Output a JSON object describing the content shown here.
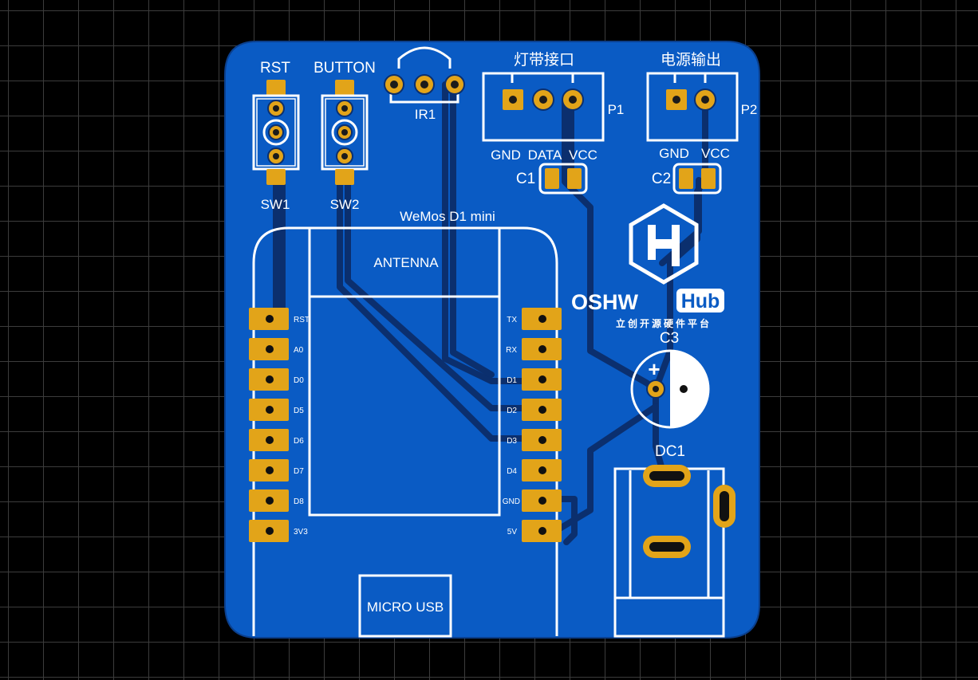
{
  "colors": {
    "board": "#0a5bc4",
    "silkscreen": "#ffffff",
    "copper_pad": "#e2a419",
    "trace": "#0b2f6e",
    "background": "#000000"
  },
  "labels": {
    "rst": "RST",
    "button": "BUTTON",
    "sw1": "SW1",
    "sw2": "SW2",
    "ir1": "IR1",
    "led_port": "灯带接口",
    "power_out": "电源输出",
    "p1": "P1",
    "p2": "P2",
    "p1_gnd": "GND",
    "p1_data": "DATA",
    "p1_vcc": "VCC",
    "p2_gnd": "GND",
    "p2_vcc": "VCC",
    "c1": "C1",
    "c2": "C2",
    "c3": "C3",
    "dc1": "DC1",
    "module": "WeMos D1 mini",
    "antenna": "ANTENNA",
    "micro_usb": "MICRO USB",
    "polarity_plus": "+"
  },
  "logo": {
    "brand_left": "OSHW",
    "brand_right": "Hub",
    "tagline": "立创开源硬件平台",
    "icon": "oshwhub-hexagon-icon"
  },
  "pins_left": [
    "RST",
    "A0",
    "D0",
    "D5",
    "D6",
    "D7",
    "D8",
    "3V3"
  ],
  "pins_right": [
    "TX",
    "RX",
    "D1",
    "D2",
    "D3",
    "D4",
    "GND",
    "5V"
  ]
}
